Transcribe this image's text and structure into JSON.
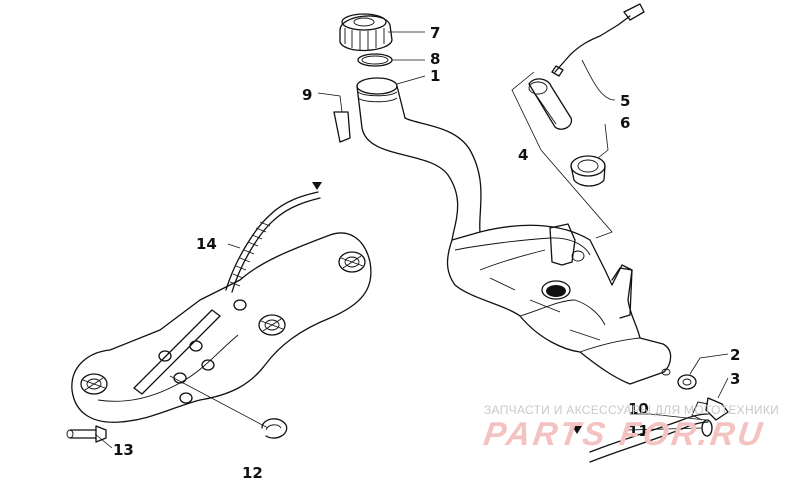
{
  "callouts": {
    "c1": "1",
    "c2": "2",
    "c3": "3",
    "c4": "4",
    "c5": "5",
    "c6": "6",
    "c7": "7",
    "c8": "8",
    "c9": "9",
    "c10": "10",
    "c11": "11",
    "c12": "12",
    "c13": "13",
    "c14": "14"
  },
  "watermark": {
    "subtitle": "ЗАПЧАСТИ И АКСЕССУАРЫ ДЛЯ МОТОТЕХНИКИ",
    "logo": "PARTS FOR.RU"
  },
  "colors": {
    "line": "#111111",
    "watermark_text": "#c9c9c9",
    "watermark_logo": "#f5c2c2"
  }
}
